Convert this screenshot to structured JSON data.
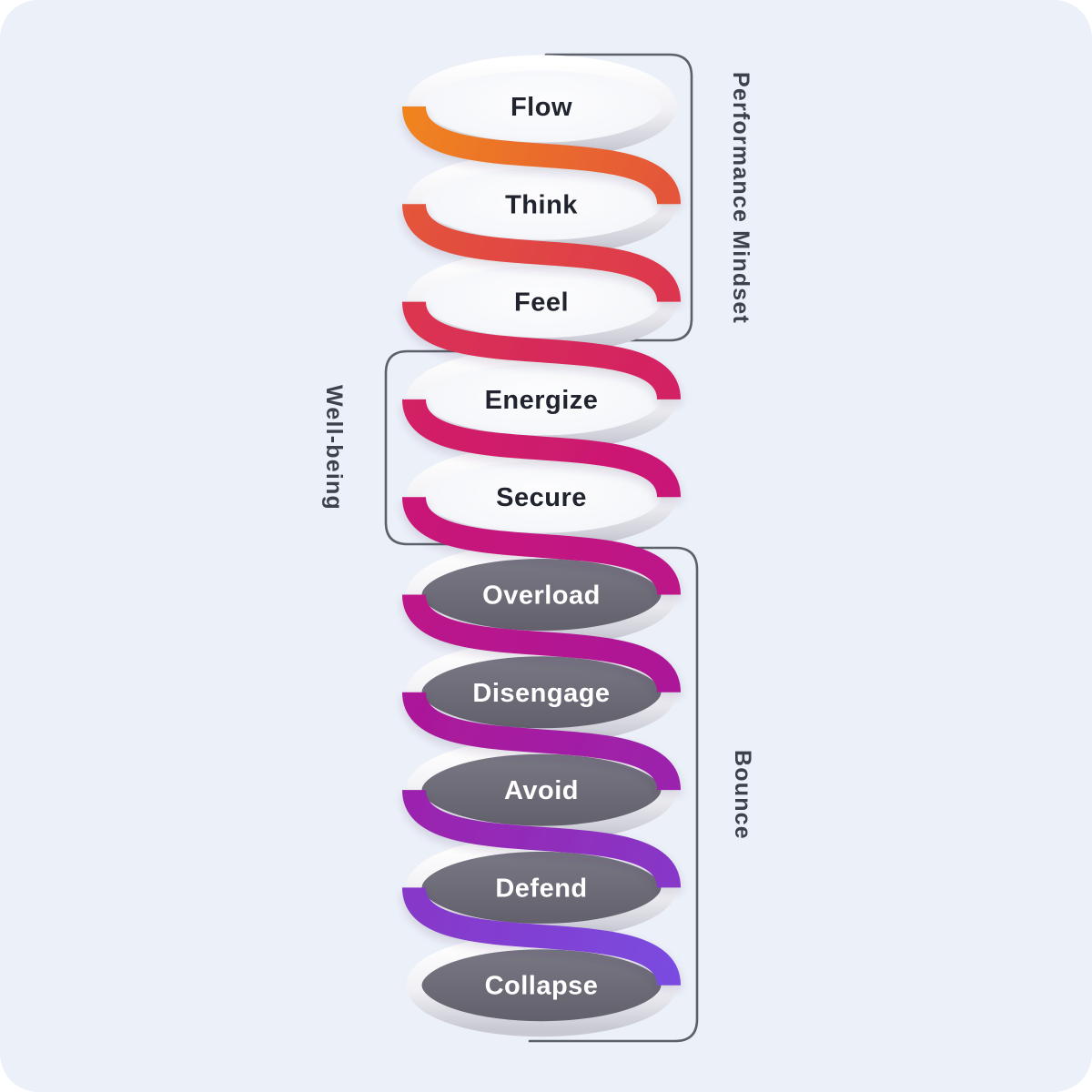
{
  "canvas": {
    "background": "#ECF0F8",
    "corner": "#FFFFFF"
  },
  "groups": [
    {
      "id": "performance-mindset",
      "label": "Performance Mindset",
      "side": "right"
    },
    {
      "id": "well-being",
      "label": "Well-being",
      "side": "left"
    },
    {
      "id": "bounce",
      "label": "Bounce",
      "side": "right"
    }
  ],
  "levels": [
    {
      "label": "Flow",
      "group": "performance-mindset",
      "variant": "light",
      "band_color": "#F0841F"
    },
    {
      "label": "Think",
      "group": "performance-mindset",
      "variant": "light",
      "band_color": "#E4543A"
    },
    {
      "label": "Feel",
      "group": "performance-mindset",
      "variant": "light",
      "band_color": "#DC3550"
    },
    {
      "label": "Energize",
      "group": "well-being",
      "variant": "light",
      "band_color": "#D32064"
    },
    {
      "label": "Secure",
      "group": "well-being",
      "variant": "light",
      "band_color": "#C91677"
    },
    {
      "label": "Overload",
      "group": "bounce",
      "variant": "dark",
      "band_color": "#BC1589"
    },
    {
      "label": "Disengage",
      "group": "bounce",
      "variant": "dark",
      "band_color": "#AC1898"
    },
    {
      "label": "Avoid",
      "group": "bounce",
      "variant": "dark",
      "band_color": "#9B23AD"
    },
    {
      "label": "Defend",
      "group": "bounce",
      "variant": "dark",
      "band_color": "#8737C8"
    },
    {
      "label": "Collapse",
      "group": "bounce",
      "variant": "dark",
      "band_color": "#7A4BE0"
    }
  ],
  "colors": {
    "label_dark": "#20242E",
    "label_light": "#FFFFFF",
    "group_label": "#3C414B",
    "bracket": "#5C6068",
    "ellipse_dark_fill": "#6C6B77",
    "rim_light": "#FFFFFF",
    "rim_shade": "#C8C9D3"
  }
}
